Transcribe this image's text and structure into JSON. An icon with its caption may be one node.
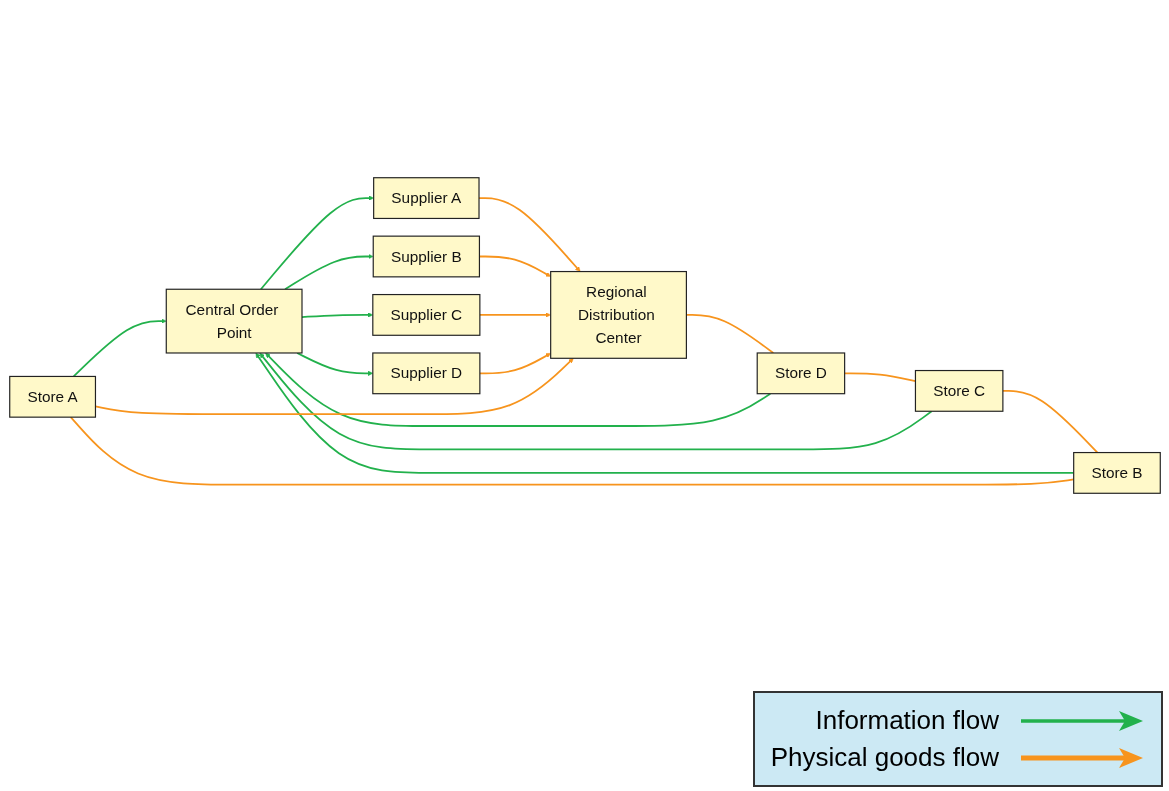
{
  "diagram": {
    "nodes": [
      {
        "text": [
          "Store A"
        ]
      },
      {
        "text": [
          "Store B"
        ]
      },
      {
        "text": [
          "Store C"
        ]
      },
      {
        "text": [
          "Store D"
        ]
      },
      {
        "text": [
          "Central Order Point"
        ]
      },
      {
        "text": [
          "Regional Distribution Center"
        ]
      },
      {
        "text": [
          "Supplier A"
        ]
      },
      {
        "text": [
          "Supplier B"
        ]
      },
      {
        "text": [
          "Supplier C"
        ]
      },
      {
        "text": [
          "Supplier D"
        ]
      }
    ],
    "edges": [
      {
        "from": 0,
        "to": 4,
        "arrow": "to",
        "color": "#22b14c"
      },
      {
        "from": 1,
        "to": 4,
        "arrow": "to",
        "color": "#22b14c"
      },
      {
        "from": 2,
        "to": 4,
        "arrow": "to",
        "color": "#22b14c"
      },
      {
        "from": 3,
        "to": 4,
        "arrow": "to",
        "color": "#22b14c"
      },
      {
        "from": 4,
        "to": 6,
        "arrow": "to",
        "color": "#22b14c"
      },
      {
        "from": 4,
        "to": 7,
        "arrow": "to",
        "color": "#22b14c"
      },
      {
        "from": 4,
        "to": 8,
        "arrow": "to",
        "color": "#22b14c"
      },
      {
        "from": 4,
        "to": 9,
        "arrow": "to",
        "color": "#22b14c"
      },
      {
        "from": 6,
        "to": 5,
        "arrow": "to",
        "color": "#f7941d"
      },
      {
        "from": 7,
        "to": 5,
        "arrow": "to",
        "color": "#f7941d"
      },
      {
        "from": 8,
        "to": 5,
        "arrow": "to",
        "color": "#f7941d"
      },
      {
        "from": 9,
        "to": 5,
        "arrow": "to",
        "color": "#f7941d"
      },
      {
        "from": 5,
        "to": 3,
        "arrow": "none",
        "color": "#f7941d"
      },
      {
        "from": 3,
        "to": 2,
        "arrow": "none",
        "color": "#f7941d"
      },
      {
        "from": 2,
        "to": 1,
        "arrow": "none",
        "color": "#f7941d"
      },
      {
        "from": 1,
        "to": 0,
        "arrow": "none",
        "color": "#f7941d"
      },
      {
        "from": 0,
        "to": 5,
        "arrow": "to",
        "color": "#f7941d"
      }
    ],
    "legend": [
      {
        "text": "Information flow"
      },
      {
        "text": "Physical goods flow"
      }
    ]
  }
}
